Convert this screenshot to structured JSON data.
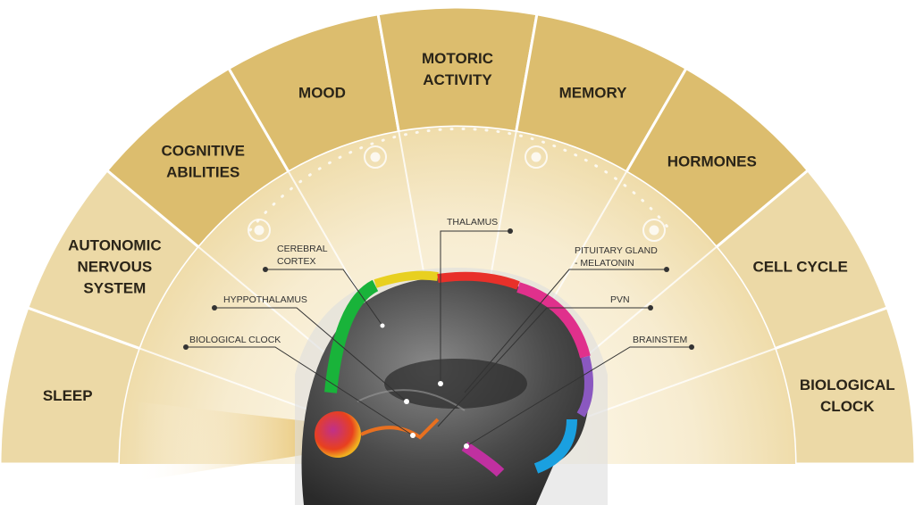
{
  "segments": [
    {
      "lines": [
        "SLEEP"
      ]
    },
    {
      "lines": [
        "AUTONOMIC",
        "NERVOUS",
        "SYSTEM"
      ]
    },
    {
      "lines": [
        "COGNITIVE",
        "ABILITIES"
      ]
    },
    {
      "lines": [
        "MOOD"
      ]
    },
    {
      "lines": [
        "MOTORIC",
        "ACTIVITY"
      ]
    },
    {
      "lines": [
        "MEMORY"
      ]
    },
    {
      "lines": [
        "HORMONES"
      ]
    },
    {
      "lines": [
        "CELL CYCLE"
      ]
    },
    {
      "lines": [
        "BIOLOGICAL",
        "CLOCK"
      ]
    }
  ],
  "callouts": {
    "thalamus": "THALAMUS",
    "cerebral_cortex_1": "CEREBRAL",
    "cerebral_cortex_2": "CORTEX",
    "pituitary_1": "PITUITARY GLAND",
    "pituitary_2": "- MELATONIN",
    "hypothalamus": "HYPPOTHALAMUS",
    "pvn": "PVN",
    "biological_clock": "BIOLOGICAL CLOCK",
    "brainstem": "BRAINSTEM"
  },
  "colors": {
    "segment_light": "#ecd9a6",
    "segment_dark": "#dcbd6e",
    "inner": "#f4ead0"
  }
}
